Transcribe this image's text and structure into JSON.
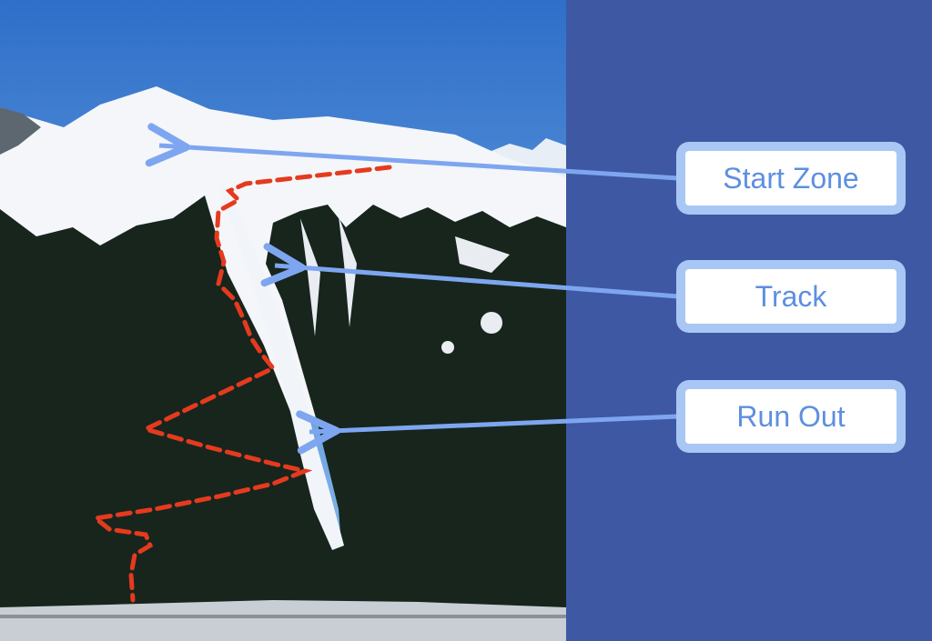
{
  "labels": [
    {
      "id": "start-zone",
      "text": "Start Zone"
    },
    {
      "id": "track",
      "text": "Track"
    },
    {
      "id": "run-out",
      "text": "Run Out"
    }
  ],
  "colors": {
    "panel": "#3e58a3",
    "arrow": "#7ea6f0",
    "label_border": "#a9c7f5",
    "label_text": "#5e8fe0",
    "route_line": "#e53a1e",
    "sky_top": "#2f6fc9",
    "sky_bottom": "#8fc0ee",
    "snow": "#f4f6f9",
    "forest": "#17251d"
  }
}
